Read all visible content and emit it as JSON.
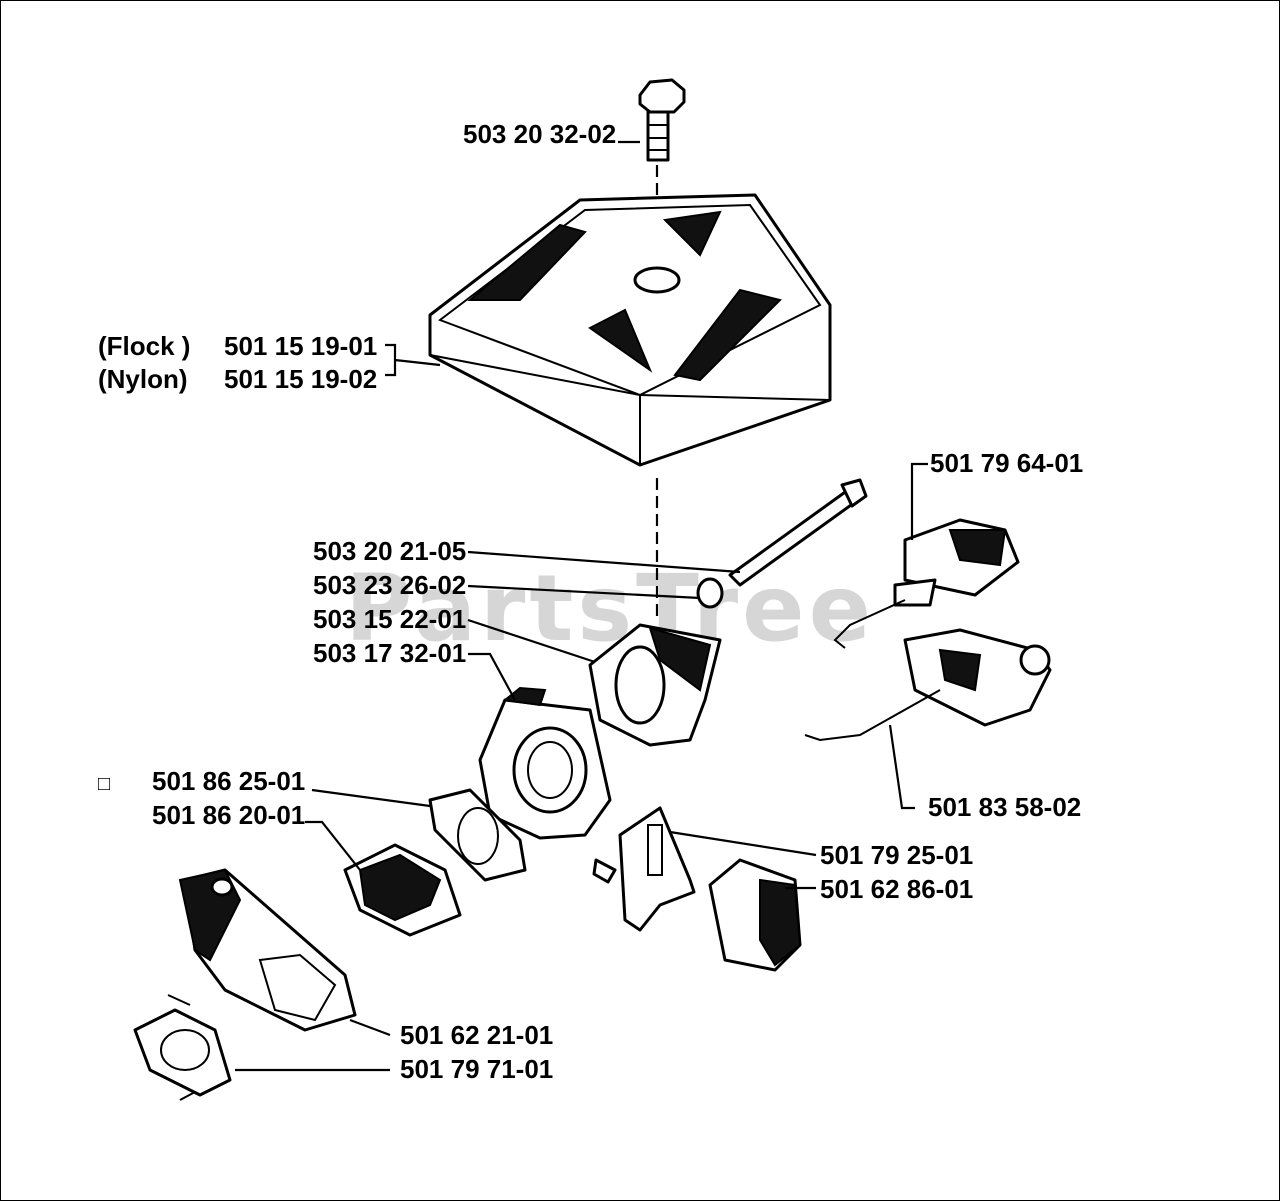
{
  "watermark": "PartsTree",
  "labels": {
    "bolt_top": "503 20 32-02",
    "flock": "(Flock )",
    "nylon": "(Nylon)",
    "filter_flock": "501 15 19-01",
    "filter_nylon": "501 15 19-02",
    "screw_long": "503 20 21-05",
    "washer": "503 23 26-02",
    "adapter": "503 15 22-01",
    "carburetor": "503 17 32-01",
    "choke_lever": "501 79 64-01",
    "throttle_rod": "501 83 58-02",
    "kit_square": "□",
    "gasket_kit": "501 86 25-01",
    "gasket": "501 86 20-01",
    "plate": "501 79 25-01",
    "block": "501 62 86-01",
    "intake": "501 62 21-01",
    "flange": "501 79 71-01"
  }
}
